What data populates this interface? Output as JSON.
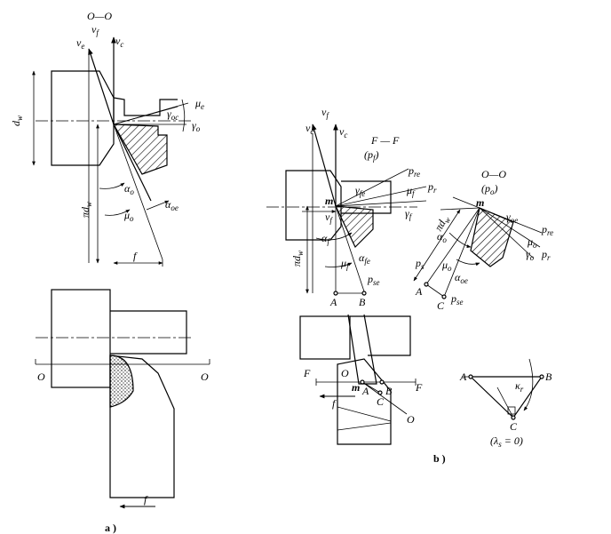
{
  "figure_a": {
    "section": "O—O",
    "vf": "v",
    "vf_sub": "f",
    "ve": "v",
    "ve_sub": "e",
    "vc": "v",
    "vc_sub": "c",
    "dw": "d",
    "dw_sub": "w",
    "pidw": "πd",
    "pidw_sub": "w",
    "gamma_oc": "γ",
    "gamma_oc_sub": "oc",
    "mu_e": "μ",
    "mu_e_sub": "e",
    "gamma_o": "γ",
    "gamma_o_sub": "o",
    "alpha_o": "α",
    "alpha_o_sub": "o",
    "alpha_oe": "α",
    "alpha_oe_sub": "oe",
    "mu_o": "μ",
    "mu_o_sub": "o",
    "f": "f",
    "O_left": "O",
    "O_right": "O",
    "f_bottom": "f",
    "caption": "a )"
  },
  "figure_b": {
    "section_F": "F — F",
    "section_F_paren": "(p",
    "section_F_paren_sub": "f",
    "section_F_close": ")",
    "section_O": "O—O",
    "section_O_paren": "(p",
    "section_O_paren_sub": "o",
    "section_O_close": ")",
    "vf": "v",
    "vf_sub": "f",
    "ve": "v",
    "ve_sub": "e",
    "vc": "v",
    "vc_sub": "c",
    "m": "m",
    "gamma_fe": "γ",
    "gamma_fe_sub": "fe",
    "mu_f": "μ",
    "mu_f_sub": "f",
    "p_re": "p",
    "p_re_sub": "re",
    "p_r": "p",
    "p_r_sub": "r",
    "gamma_f": "γ",
    "gamma_f_sub": "f",
    "vf2": "v",
    "vf2_sub": "f",
    "alpha_f": "α",
    "alpha_f_sub": "f",
    "alpha_fe": "α",
    "alpha_fe_sub": "fe",
    "mu_f2": "μ",
    "mu_f2_sub": "f",
    "p_se": "p",
    "p_se_sub": "se",
    "pidw": "πd",
    "pidw_sub": "w",
    "A": "A",
    "B": "B",
    "o_m": "m",
    "o_gamma_oe": "γ",
    "o_gamma_oe_sub": "oe",
    "o_p_re": "p",
    "o_p_re_sub": "re",
    "o_mu_o": "μ",
    "o_mu_o_sub": "o",
    "o_gamma_o": "γ",
    "o_gamma_o_sub": "o",
    "o_p_r": "p",
    "o_p_r_sub": "r",
    "o_pidw": "πd",
    "o_pidw_sub": "w",
    "o_alpha_o": "α",
    "o_alpha_o_sub": "o",
    "o_ps": "p",
    "o_ps_sub": "s",
    "o_mu_o2": "μ",
    "o_mu_o2_sub": "o",
    "o_alpha_oe": "α",
    "o_alpha_oe_sub": "oe",
    "o_A": "A",
    "o_C": "C",
    "o_p_se": "p",
    "o_p_se_sub": "se",
    "t_F1": "F",
    "t_O1": "O",
    "t_m": "m",
    "t_A": "A",
    "t_B": "B",
    "t_C": "C",
    "t_F2": "F",
    "t_f": "f",
    "t_O2": "O",
    "tri_A": "A",
    "tri_B": "B",
    "tri_C": "C",
    "tri_kr": "κ",
    "tri_kr_sub": "r",
    "tri_note": "(λ",
    "tri_note_sub": "s",
    "tri_note_end": " = 0)",
    "caption": "b )"
  }
}
